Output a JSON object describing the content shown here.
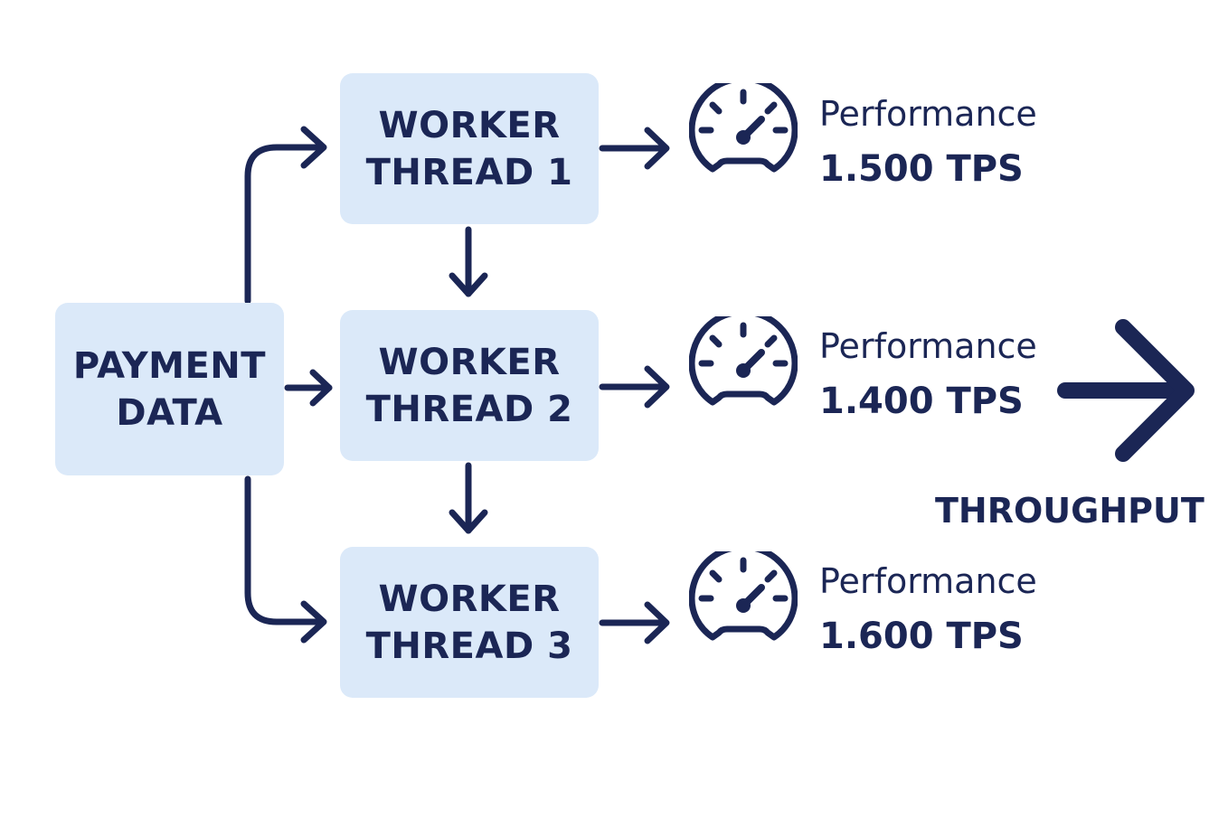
{
  "colors": {
    "box_fill": "#dbe9f9",
    "ink": "#1b2655",
    "background": "#ffffff"
  },
  "input": {
    "line1": "PAYMENT",
    "line2": "DATA"
  },
  "workers": [
    {
      "line1": "WORKER",
      "line2": "THREAD 1"
    },
    {
      "line1": "WORKER",
      "line2": "THREAD 2"
    },
    {
      "line1": "WORKER",
      "line2": "THREAD 3"
    }
  ],
  "performance": [
    {
      "label": "Performance",
      "value": "1.500 TPS",
      "icon": "speedometer-icon"
    },
    {
      "label": "Performance",
      "value": "1.400 TPS",
      "icon": "speedometer-icon"
    },
    {
      "label": "Performance",
      "value": "1.600 TPS",
      "icon": "speedometer-icon"
    }
  ],
  "output": {
    "label": "THROUGHPUT",
    "icon": "arrow-right-icon"
  }
}
